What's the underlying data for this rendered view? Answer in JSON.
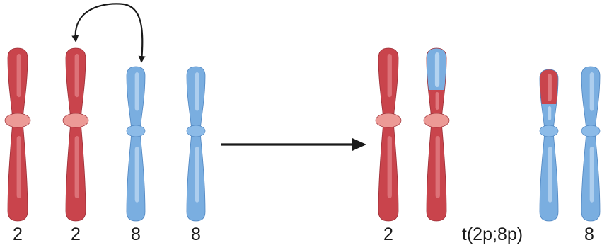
{
  "colors": {
    "chr2_fill": "#c9444c",
    "chr2_dark": "#9e2f37",
    "chr2_highlight": "#e6868b",
    "chr2_centromere": "#ec9a96",
    "chr8_fill": "#7aaee0",
    "chr8_dark": "#4f86c2",
    "chr8_highlight": "#c3dcf4",
    "chr8_centromere": "#8cbbe8",
    "arrow": "#1a1a1a"
  },
  "labels": {
    "chr2_a": "2",
    "chr2_b": "2",
    "chr8_a": "8",
    "chr8_b": "8",
    "result_chr2": "2",
    "translocation": "t(2p;8p)",
    "result_chr8": "8"
  }
}
